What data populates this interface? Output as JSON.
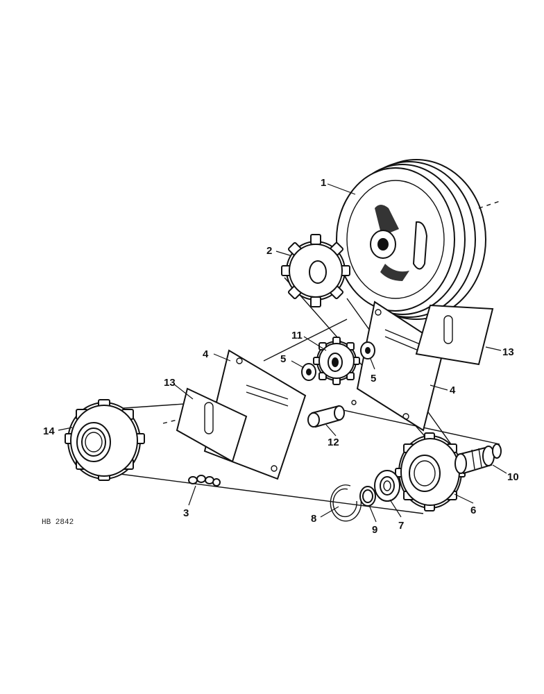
{
  "figure": {
    "reference": "HB 2842",
    "callouts": [
      "1",
      "2",
      "3",
      "4",
      "4",
      "5",
      "5",
      "6",
      "7",
      "8",
      "9",
      "10",
      "11",
      "12",
      "13",
      "13",
      "14"
    ]
  }
}
